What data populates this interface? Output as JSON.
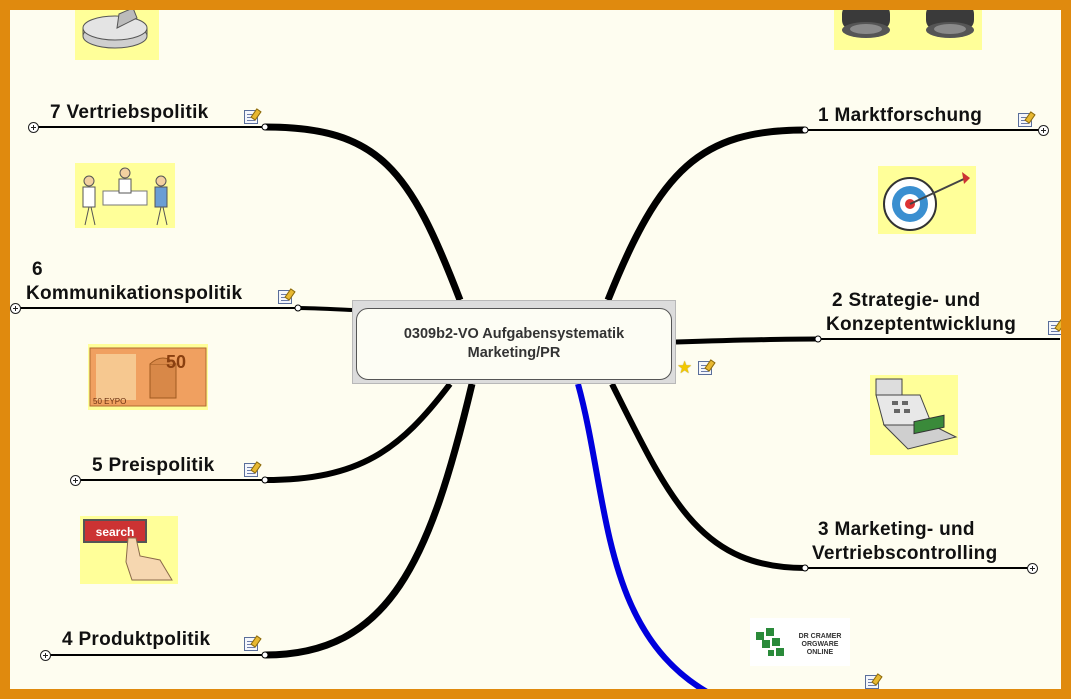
{
  "central_topic": {
    "line1": "0309b2-VO Aufgabensystematik",
    "line2": "Marketing/PR"
  },
  "branches": {
    "marktforschung": "1  Marktforschung",
    "strategie_line1": "2  Strategie- und",
    "strategie_line2": "Konzeptentwicklung",
    "controlling_line1": "3  Marketing- und",
    "controlling_line2": "Vertriebscontrolling",
    "produktpolitik": "4  Produktpolitik",
    "preispolitik": "5  Preispolitik",
    "kommunikation_line1": "6",
    "kommunikation_line2": "Kommunikationspolitik",
    "vertriebspolitik": "7  Vertriebspolitik"
  },
  "images": {
    "search_button_text": "search",
    "euro_value": "50",
    "euro_label": "50 EYPO",
    "logo_line1": "DR CRAMER",
    "logo_line2": "ORGWARE",
    "logo_line3": "ONLINE"
  },
  "icons": [
    "note-icon",
    "expand-icon",
    "star-icon"
  ],
  "colors": {
    "frame": "#e08a0e",
    "background": "#fefdf0",
    "branch_line": "#000000",
    "link_line": "#0000dd",
    "image_background": "#ffff99"
  }
}
